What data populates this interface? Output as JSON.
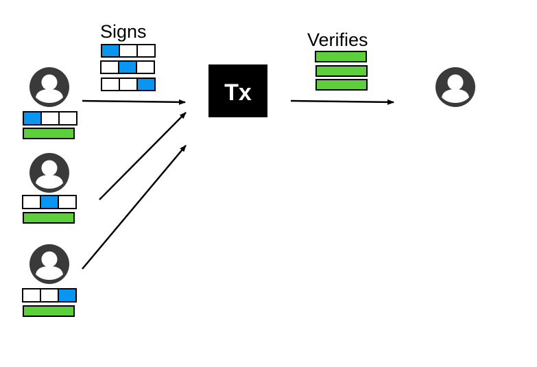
{
  "labels": {
    "signs": "Signs",
    "verifies": "Verifies",
    "tx": "Tx"
  },
  "colors": {
    "blue": "#0a96f0",
    "green": "#5ccf3a",
    "outline": "#000000",
    "user": "#3a3a3a"
  },
  "signers": [
    {
      "key_cells": [
        "blue",
        "white",
        "white"
      ]
    },
    {
      "key_cells": [
        "white",
        "blue",
        "white"
      ]
    },
    {
      "key_cells": [
        "white",
        "white",
        "blue"
      ]
    }
  ],
  "signature_rows": [
    [
      "blue",
      "white",
      "white"
    ],
    [
      "white",
      "blue",
      "white"
    ],
    [
      "white",
      "white",
      "blue"
    ]
  ],
  "verify_rows": 3,
  "icons": {
    "user": "user-icon",
    "arrow": "arrow-icon"
  }
}
